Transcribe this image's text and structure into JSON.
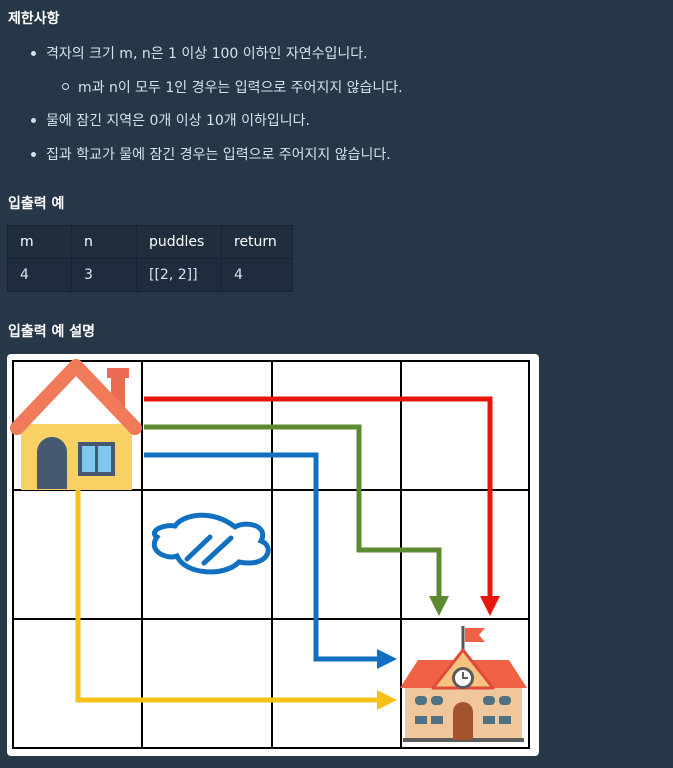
{
  "constraints": {
    "heading": "제한사항",
    "items": [
      "격자의 크기 m, n은 1 이상 100 이하인 자연수입니다.",
      "m과 n이 모두 1인 경우는 입력으로 주어지지 않습니다.",
      "물에 잠긴 지역은 0개 이상 10개 이하입니다.",
      "집과 학교가 물에 잠긴 경우는 입력으로 주어지지 않습니다."
    ]
  },
  "examples": {
    "heading": "입출력 예",
    "columns": [
      "m",
      "n",
      "puddles",
      "return"
    ],
    "rows": [
      [
        "4",
        "3",
        "[[2, 2]]",
        "4"
      ]
    ]
  },
  "explanation": {
    "heading": "입출력 예 설명",
    "grid": {
      "cols": 4,
      "rows": 3
    },
    "colors": {
      "red": "#e8160c",
      "green": "#5b8a31",
      "blue": "#1171c0",
      "yellow": "#f6c21a"
    },
    "icons": [
      "house-icon",
      "puddle-icon",
      "school-icon"
    ]
  }
}
